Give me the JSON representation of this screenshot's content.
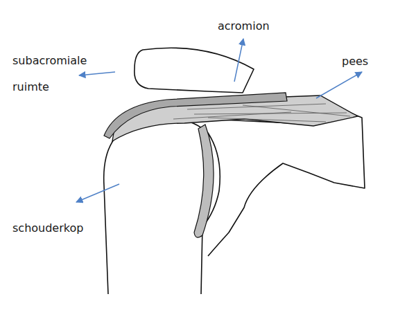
{
  "diagram": {
    "labels": [
      "acromion",
      "subacromiale ruimte",
      "pees",
      "schouderkop"
    ]
  }
}
